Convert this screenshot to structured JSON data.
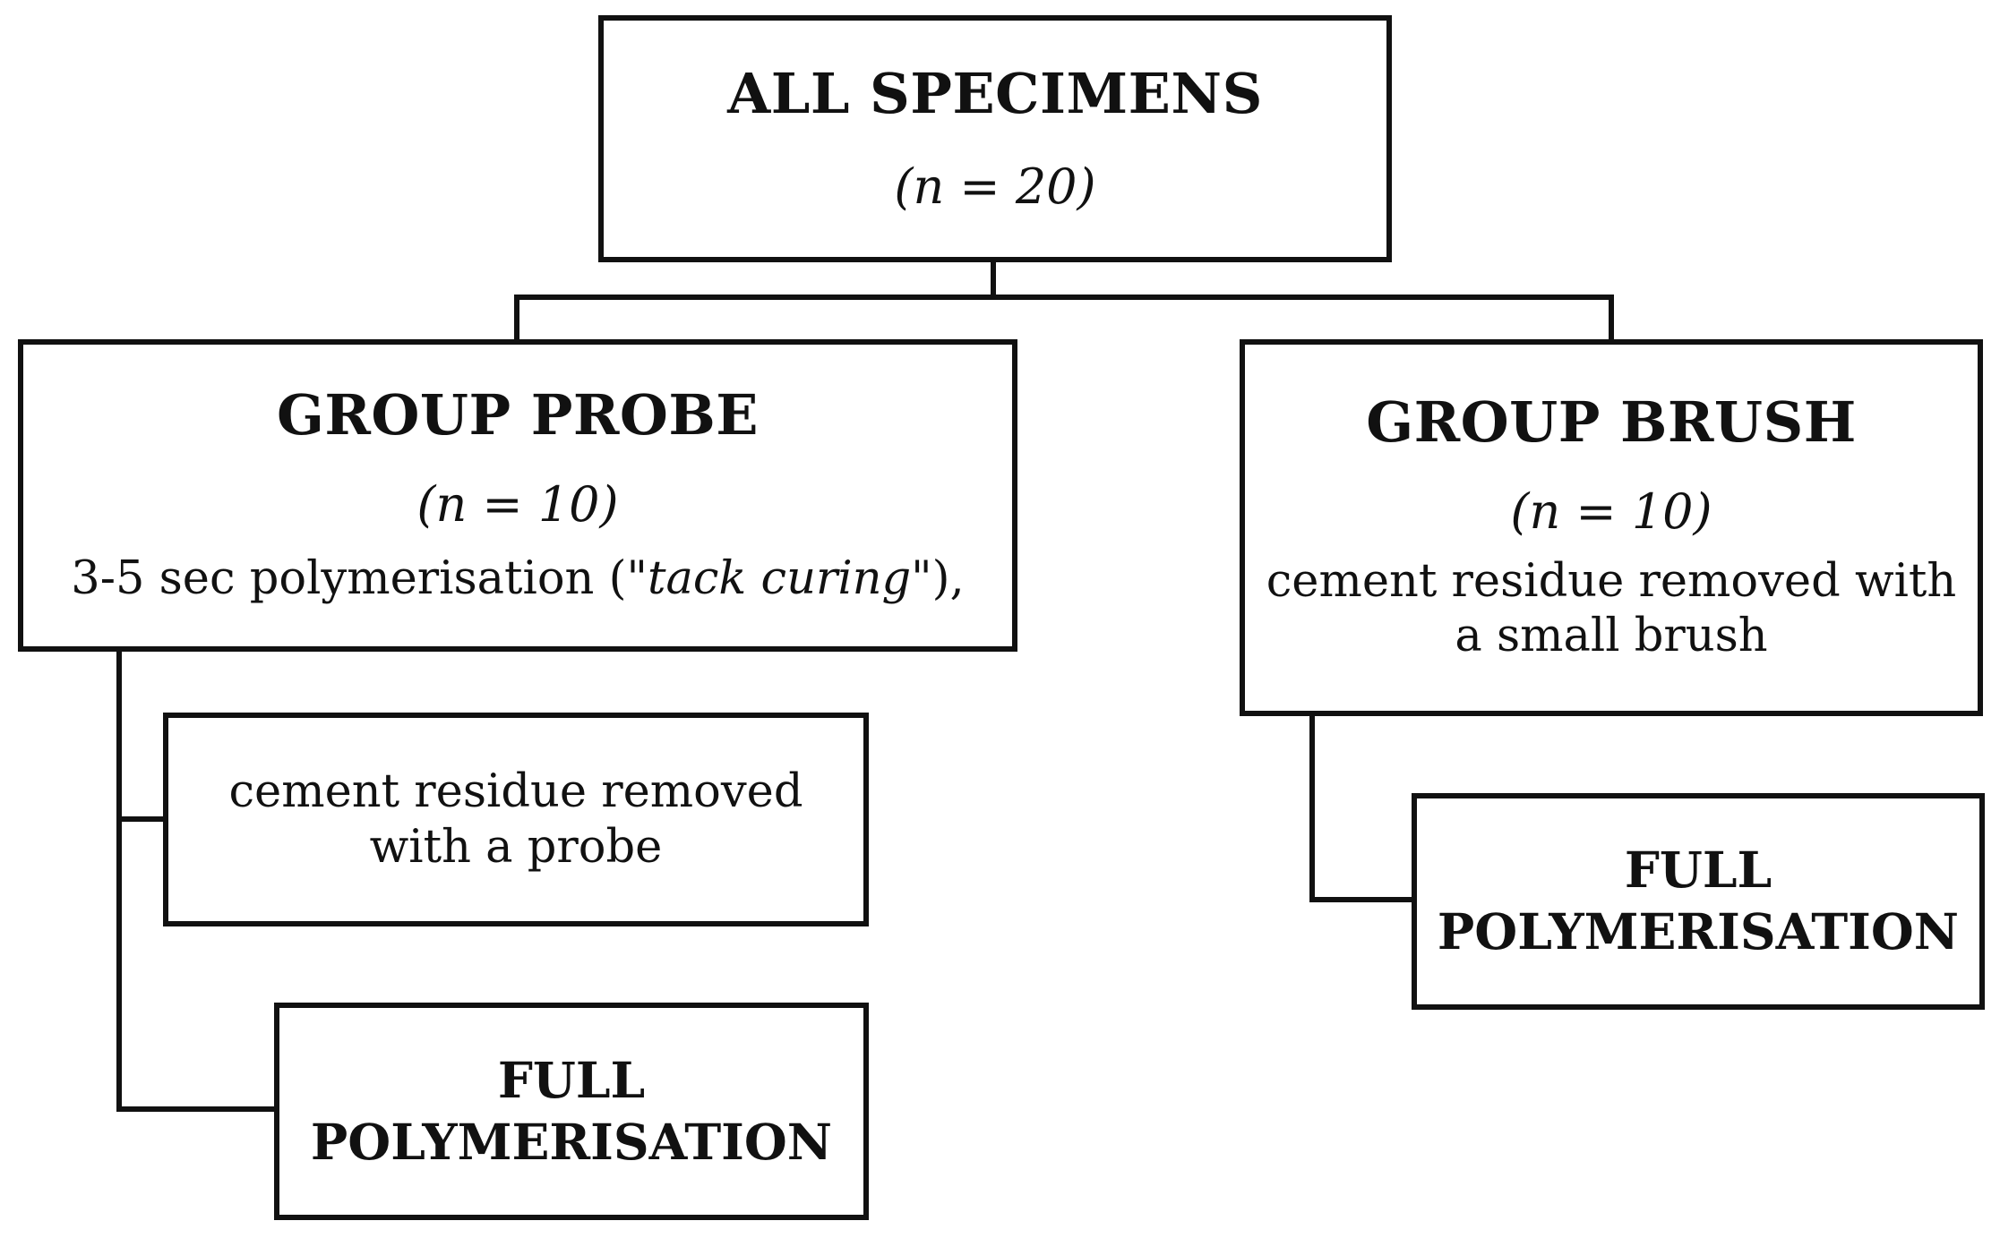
{
  "root": {
    "title": "ALL SPECIMENS",
    "count": "(n = 20)"
  },
  "group_probe": {
    "title": "GROUP PROBE",
    "count": "(n = 10)",
    "description_prefix": "3-5 sec polymerisation (",
    "description_italic": "\"tack curing\"",
    "description_suffix": "),",
    "steps": [
      {
        "line1": "cement residue removed",
        "line2": "with a probe"
      },
      {
        "line1": "FULL",
        "line2": "POLYMERISATION"
      }
    ]
  },
  "group_brush": {
    "title": "GROUP BRUSH",
    "count": "(n = 10)",
    "description_line1": "cement residue removed with",
    "description_line2": "a small brush",
    "steps": [
      {
        "line1": "FULL",
        "line2": "POLYMERISATION"
      }
    ]
  }
}
